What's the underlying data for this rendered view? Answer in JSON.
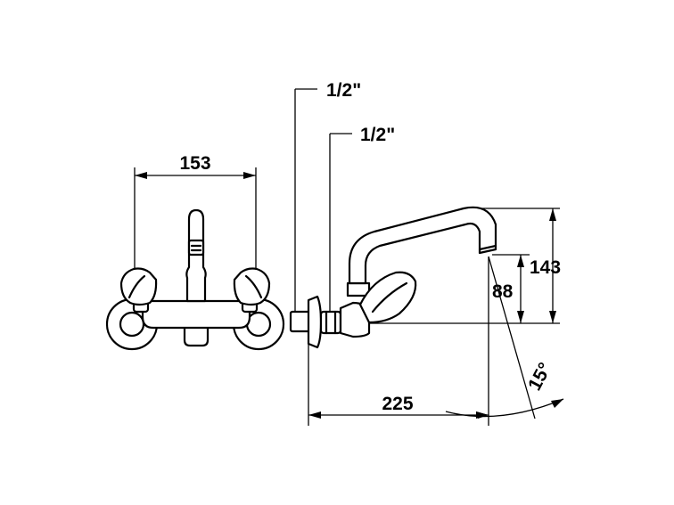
{
  "labels": {
    "width_front": "153",
    "thread_upper": "1/2\"",
    "thread_lower": "1/2\"",
    "height_total": "143",
    "height_spout": "88",
    "projection": "225",
    "swivel_angle": "15°"
  },
  "colors": {
    "line": "#000000",
    "background": "#ffffff"
  }
}
